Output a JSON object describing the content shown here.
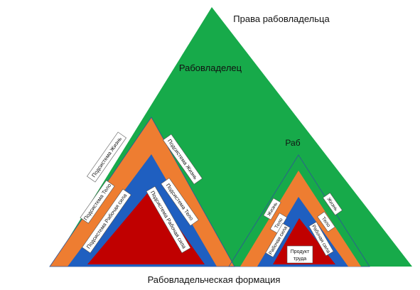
{
  "title": "Права рабовладельца",
  "footer": "Рабовладельческая формация",
  "owner": {
    "title": "Рабовладелец",
    "left_labels": [
      "Подсистема Жизнь",
      "Подсистема Тело",
      "Подсистема Рабочая сила"
    ],
    "right_labels": [
      "Подсистема Жизнь",
      "Подсистема Тело",
      "Подсистема Рабочая сила"
    ]
  },
  "slave": {
    "title": "Раб",
    "left_labels": [
      "Жизнь",
      "Тело",
      "Рабочая сила"
    ],
    "right_labels": [
      "Жизнь",
      "Тело",
      "Рабочая сила"
    ],
    "product": [
      "Продукт",
      "труда"
    ]
  },
  "colors": {
    "green": "#17aa4a",
    "orange": "#ee7d31",
    "blue": "#1f5fc0",
    "red": "#c00000",
    "outline": "#2f5597"
  }
}
